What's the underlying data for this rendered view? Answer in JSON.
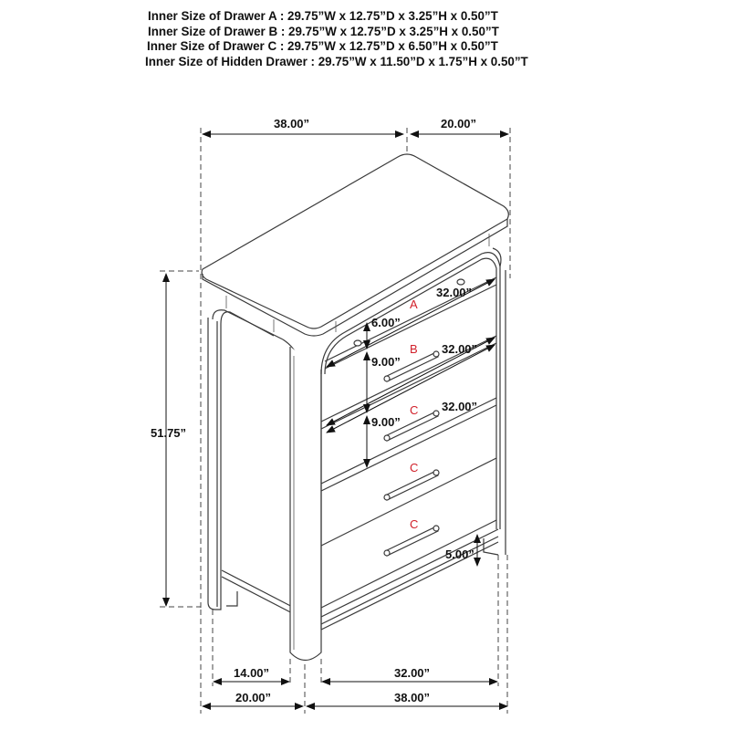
{
  "specs": {
    "lines": [
      "Inner Size of Drawer A : 29.75”W x 12.75”D x 3.25”H x 0.50”T",
      "Inner Size of Drawer B : 29.75”W x 12.75”D x 3.25”H x 0.50”T",
      "Inner Size of Drawer C : 29.75”W x 12.75”D x 6.50”H x 0.50”T",
      "Inner Size of Hidden Drawer : 29.75”W x 11.50”D x 1.75”H x 0.50”T"
    ]
  },
  "dimensions": {
    "top_width": "38.00”",
    "top_depth": "20.00”",
    "height": "51.75”",
    "drawer_a_width": "32.00”",
    "drawer_b_width": "32.00”",
    "drawer_c_width": "32.00”",
    "drawer_a_height": "6.00”",
    "drawer_b_height": "9.00”",
    "drawer_c_height": "9.00”",
    "leg_clearance": "5.00”",
    "bottom_side_inner": "14.00”",
    "bottom_front_inner": "32.00”",
    "bottom_depth": "20.00”",
    "bottom_width": "38.00”"
  },
  "drawer_labels": {
    "a": "A",
    "b": "B",
    "c1": "C",
    "c2": "C",
    "c3": "C"
  },
  "colors": {
    "label_red": "#d1202a",
    "line": "#3a3a3a",
    "text": "#111111"
  }
}
